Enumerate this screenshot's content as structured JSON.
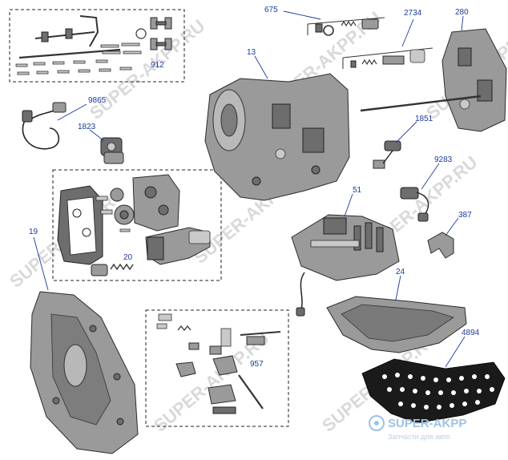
{
  "callouts": {
    "c912": "912",
    "c9865": "9865",
    "c1823": "1823",
    "c675": "675",
    "c2734": "2734",
    "c280": "280",
    "c13": "13",
    "c1851": "1851",
    "c9283": "9283",
    "c51": "51",
    "c387": "387",
    "c19": "19",
    "c20": "20",
    "c24": "24",
    "c4894": "4894",
    "c957": "957"
  },
  "watermark": {
    "text": "SUPER-AKPP.RU"
  },
  "brand": {
    "name": "SUPER-AKPP",
    "tagline": "Запчасти для акпп"
  },
  "colors": {
    "callout": "#1a3a9c",
    "watermark": "#d9d9d9",
    "brand": "#9ec1e6",
    "filter_pan": "#1a1a1a"
  }
}
